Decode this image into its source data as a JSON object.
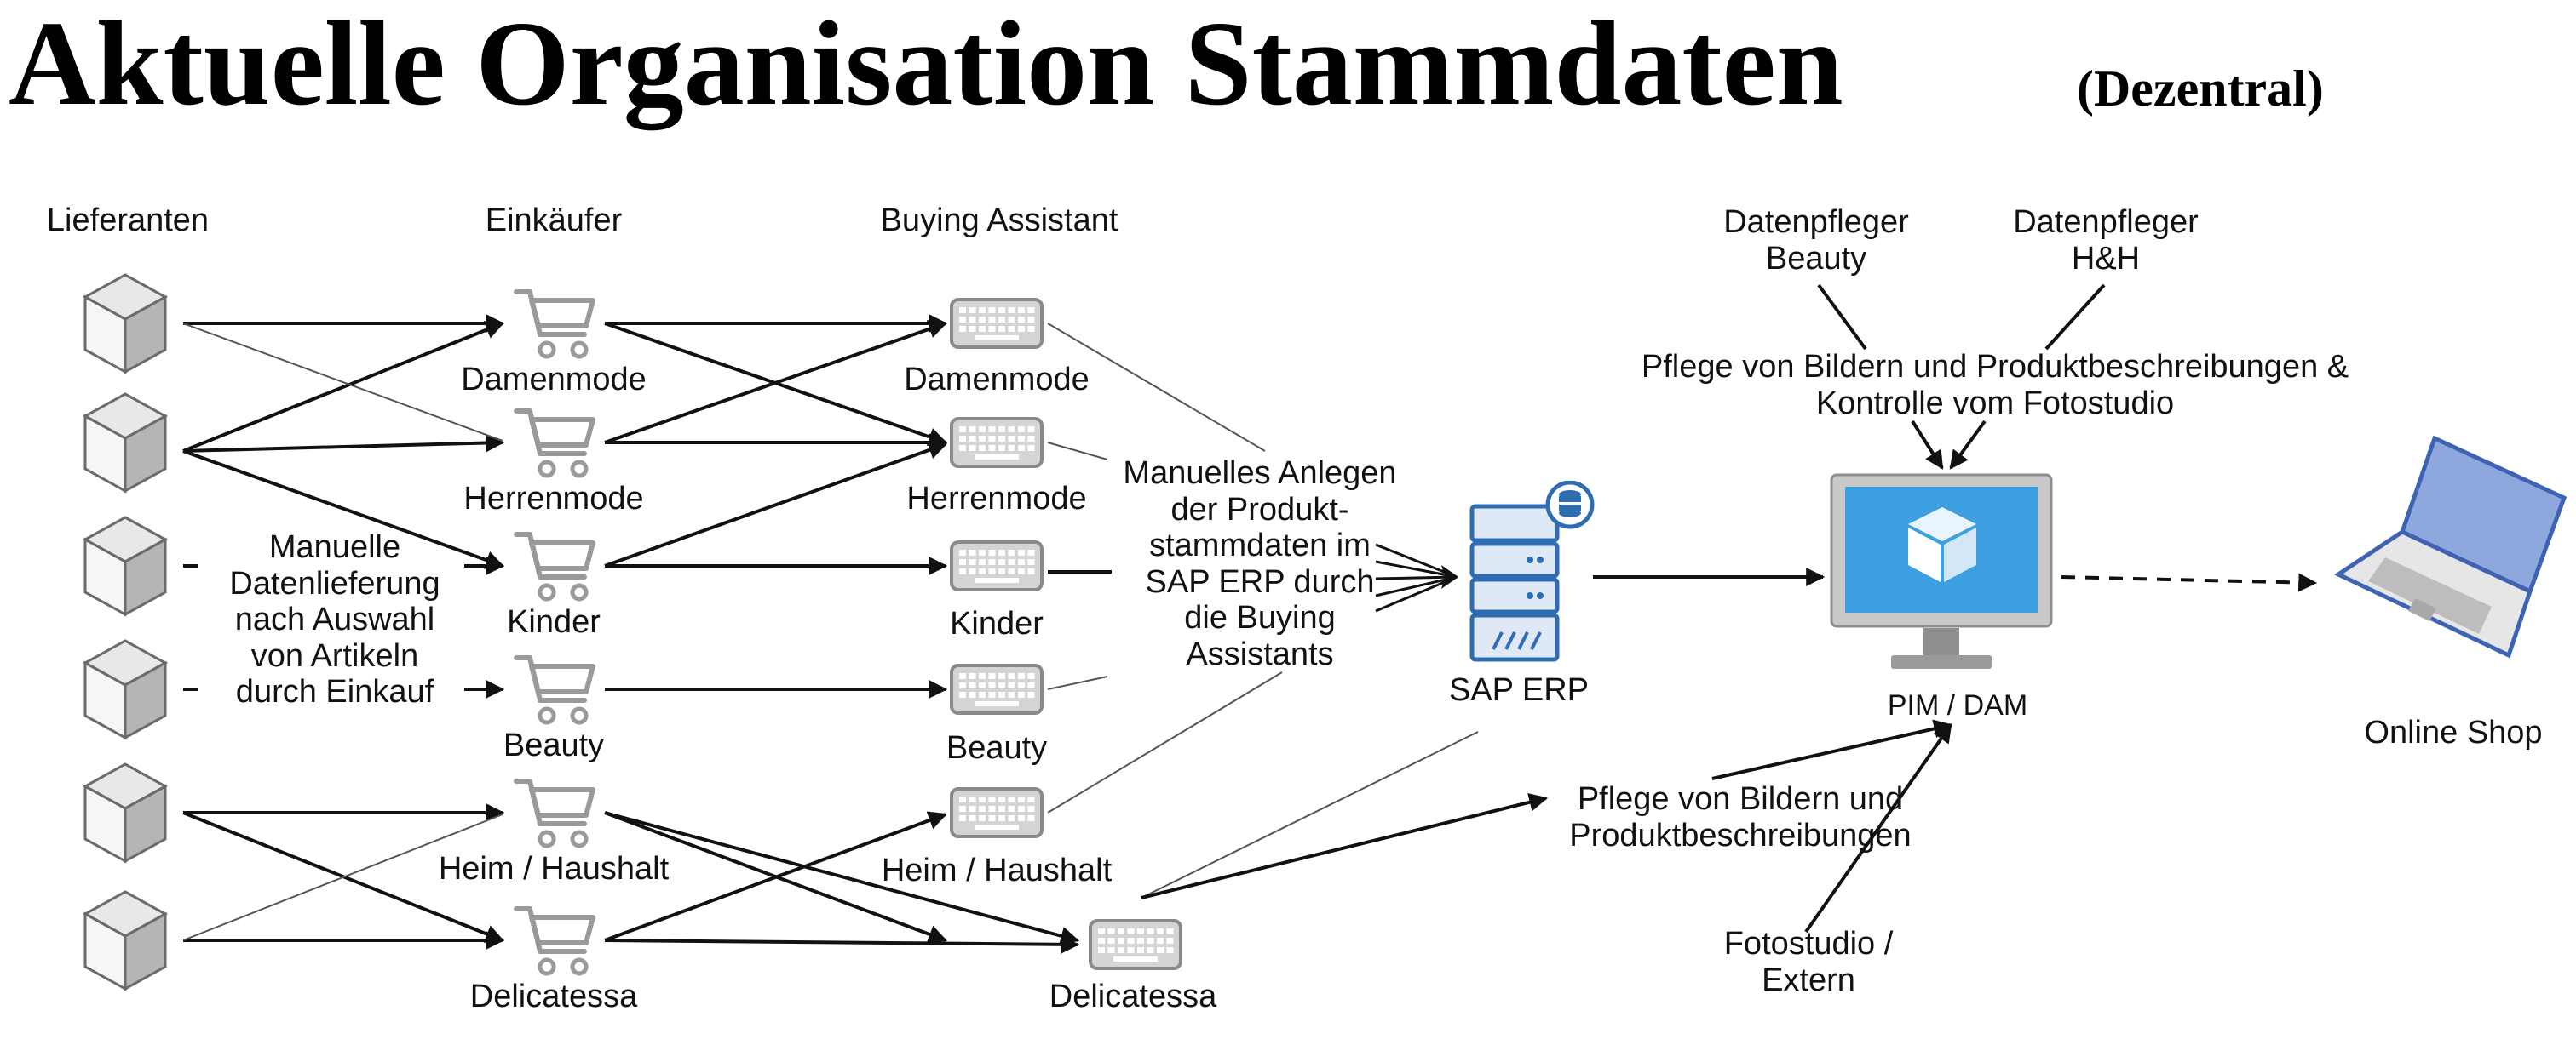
{
  "title": "Aktuelle Organisation Stammdaten",
  "subtitle": "(Dezentral)",
  "columns": {
    "suppliers": "Lieferanten",
    "buyers": "Einkäufer",
    "assistants": "Buying Assistant"
  },
  "buyers": [
    "Damenmode",
    "Herrenmode",
    "Kinder",
    "Beauty",
    "Heim / Haushalt",
    "Delicatessa"
  ],
  "assistants": [
    "Damenmode",
    "Herrenmode",
    "Kinder",
    "Beauty",
    "Heim / Haushalt",
    "Delicatessa"
  ],
  "notes": {
    "manual_delivery": "Manuelle\nDatenlieferung\nnach Auswahl\nvon Artikeln\ndurch Einkauf",
    "manual_create": "Manuelles Anlegen\nder Produkt-\nstammdaten im\nSAP ERP durch\ndie Buying\nAssistants",
    "care_top": "Pflege von Bildern und Produktbeschreibungen &\nKontrolle vom Fotostudio",
    "care_bottom": "Pflege von Bildern und\nProduktbeschreibungen"
  },
  "systems": {
    "erp": "SAP ERP",
    "pim": "PIM / DAM",
    "shop": "Online Shop"
  },
  "roles": {
    "datenpfleger_beauty": "Datenpfleger\nBeauty",
    "datenpfleger_hh": "Datenpfleger\nH&H",
    "fotostudio": "Fotostudio /\nExtern"
  },
  "colors": {
    "server_blue": "#2f6db3",
    "monitor_screen": "#3b9fe0",
    "laptop_blue": "#3f63b3",
    "icon_gray": "#9a9a9a"
  }
}
